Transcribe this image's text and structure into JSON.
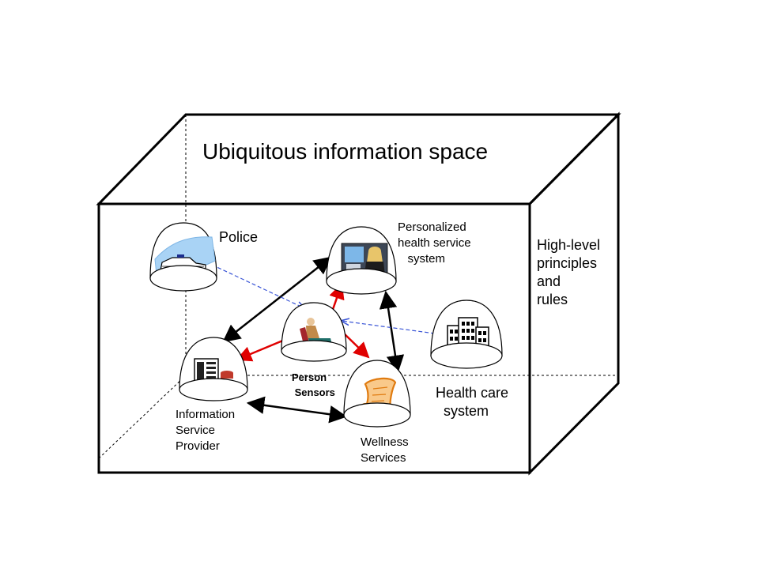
{
  "diagram": {
    "title": "Ubiquitous information space",
    "side_note": "High-level\nprinciples\nand\nrules",
    "nodes": {
      "police": {
        "label": "Police",
        "icon": "police-car-icon"
      },
      "personalized_health": {
        "label": "Personalized\nhealth service\n   system",
        "icon": "operator-at-computer-icon"
      },
      "person_sensors": {
        "label": "Person\n Sensors",
        "icon": "seated-person-icon"
      },
      "information_service_provider": {
        "label": "Information\nService\nProvider",
        "icon": "server-database-icon"
      },
      "wellness_services": {
        "label": "Wellness\nServices",
        "icon": "scroll-icon"
      },
      "health_care_system": {
        "label": "Health care\n  system",
        "icon": "hospital-buildings-icon"
      }
    },
    "colors": {
      "outline": "#000000",
      "bidirectional_link": "#000000",
      "sensor_link": "#e00000",
      "information_flow": "#3a55d6",
      "police_sky": "#a9d3f5",
      "scroll": "#f28c1e",
      "database": "#c0392b"
    }
  }
}
